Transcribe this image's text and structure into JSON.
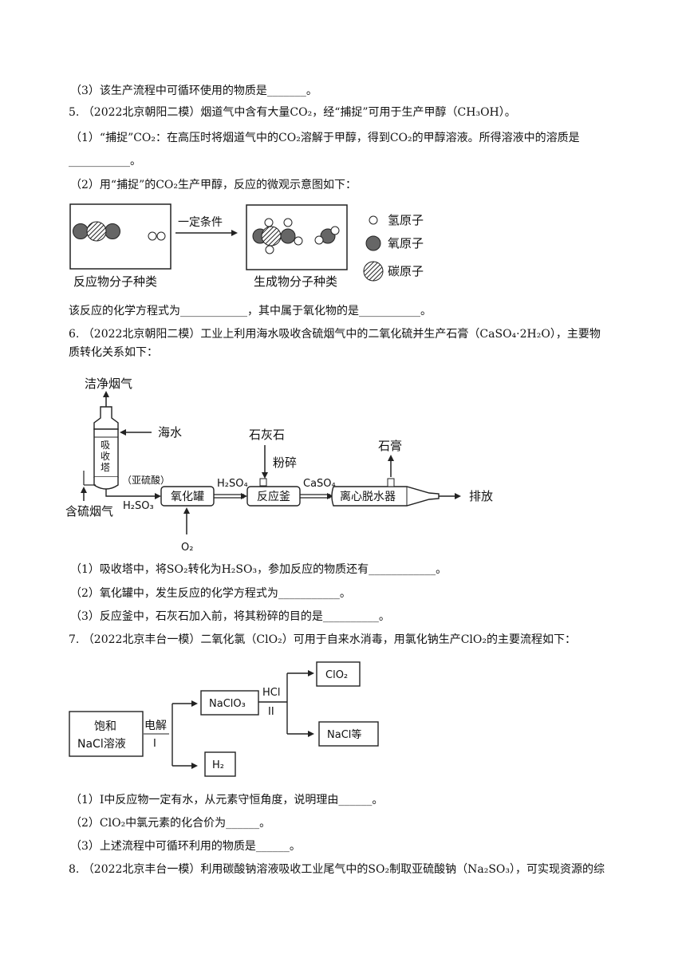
{
  "lines": {
    "l1": "（3）该生产流程中可循环使用的物质是_______。",
    "q5": "5. （2022北京朝阳二模）烟道气中含有大量CO₂，经“捕捉”可用于生产甲醇（CH₃OH）。",
    "q5_1a": "（1）“捕捉”CO₂：在高压时将烟道气中的CO₂溶解于甲醇，得到CO₂的甲醇溶液。所得溶液中的溶质是",
    "q5_1b": "___________。",
    "q5_2": "（2）用“捕捉”的CO₂生产甲醇，反应的微观示意图如下：",
    "q5_eq": "该反应的化学方程式为____________，其中属于氧化物的是___________。",
    "q6a": "6. （2022北京朝阳二模）工业上利用海水吸收含硫烟气中的二氧化硫并生产石膏（CaSO₄·2H₂O），主要物",
    "q6b": "质转化关系如下：",
    "q6_1": "（1）吸收塔中，将SO₂转化为H₂SO₃，参加反应的物质还有____________。",
    "q6_2": "（2）氧化罐中，发生反应的化学方程式为___________。",
    "q6_3": "（3）反应釜中，石灰石加入前，将其粉碎的目的是__________。",
    "q7": "7. （2022北京丰台一模）二氧化氯（ClO₂）可用于自来水消毒，用氯化钠生产ClO₂的主要流程如下：",
    "q7_1": "（1）Ⅰ中反应物一定有水，从元素守恒角度，说明理由______。",
    "q7_2": "（2）ClO₂中氯元素的化合价为______。",
    "q7_3": "（3）上述流程中可循环利用的物质是______。",
    "q8": "8. （2022北京丰台一模）利用碳酸钠溶液吸收工业尾气中的SO₂制取亚硫酸钠（Na₂SO₃），可实现资源的综"
  },
  "molecule_diagram": {
    "arrow_label": "一定条件",
    "reactant_caption": "反应物分子种类",
    "product_caption": "生成物分子种类",
    "legend": [
      "氢原子",
      "氧原子",
      "碳原子"
    ]
  },
  "process_diagram": {
    "clean_gas": "洁净烟气",
    "seawater": "海水",
    "tower": [
      "吸",
      "收",
      "塔"
    ],
    "sulfurous_note": "（亚硫酸）",
    "sulfur_gas": "含硫烟气",
    "h2so3": "H₂SO₃",
    "oxidation_tank": "氧化罐",
    "h2so4": "H₂SO₄",
    "o2": "O₂",
    "limestone": "石灰石",
    "crush": "粉碎",
    "reactor": "反应釜",
    "caso4": "CaSO₄",
    "gypsum": "石膏",
    "centrifuge": "离心脱水器",
    "discharge": "排放"
  },
  "chlorine_diagram": {
    "feed": [
      "饱和",
      "NaCl溶液"
    ],
    "electrolysis": "电解",
    "step1": "I",
    "naclo3": "NaClO₃",
    "hcl": "HCl",
    "step2": "II",
    "clo2": "ClO₂",
    "nacl_etc": "NaCl等",
    "h2": "H₂"
  }
}
